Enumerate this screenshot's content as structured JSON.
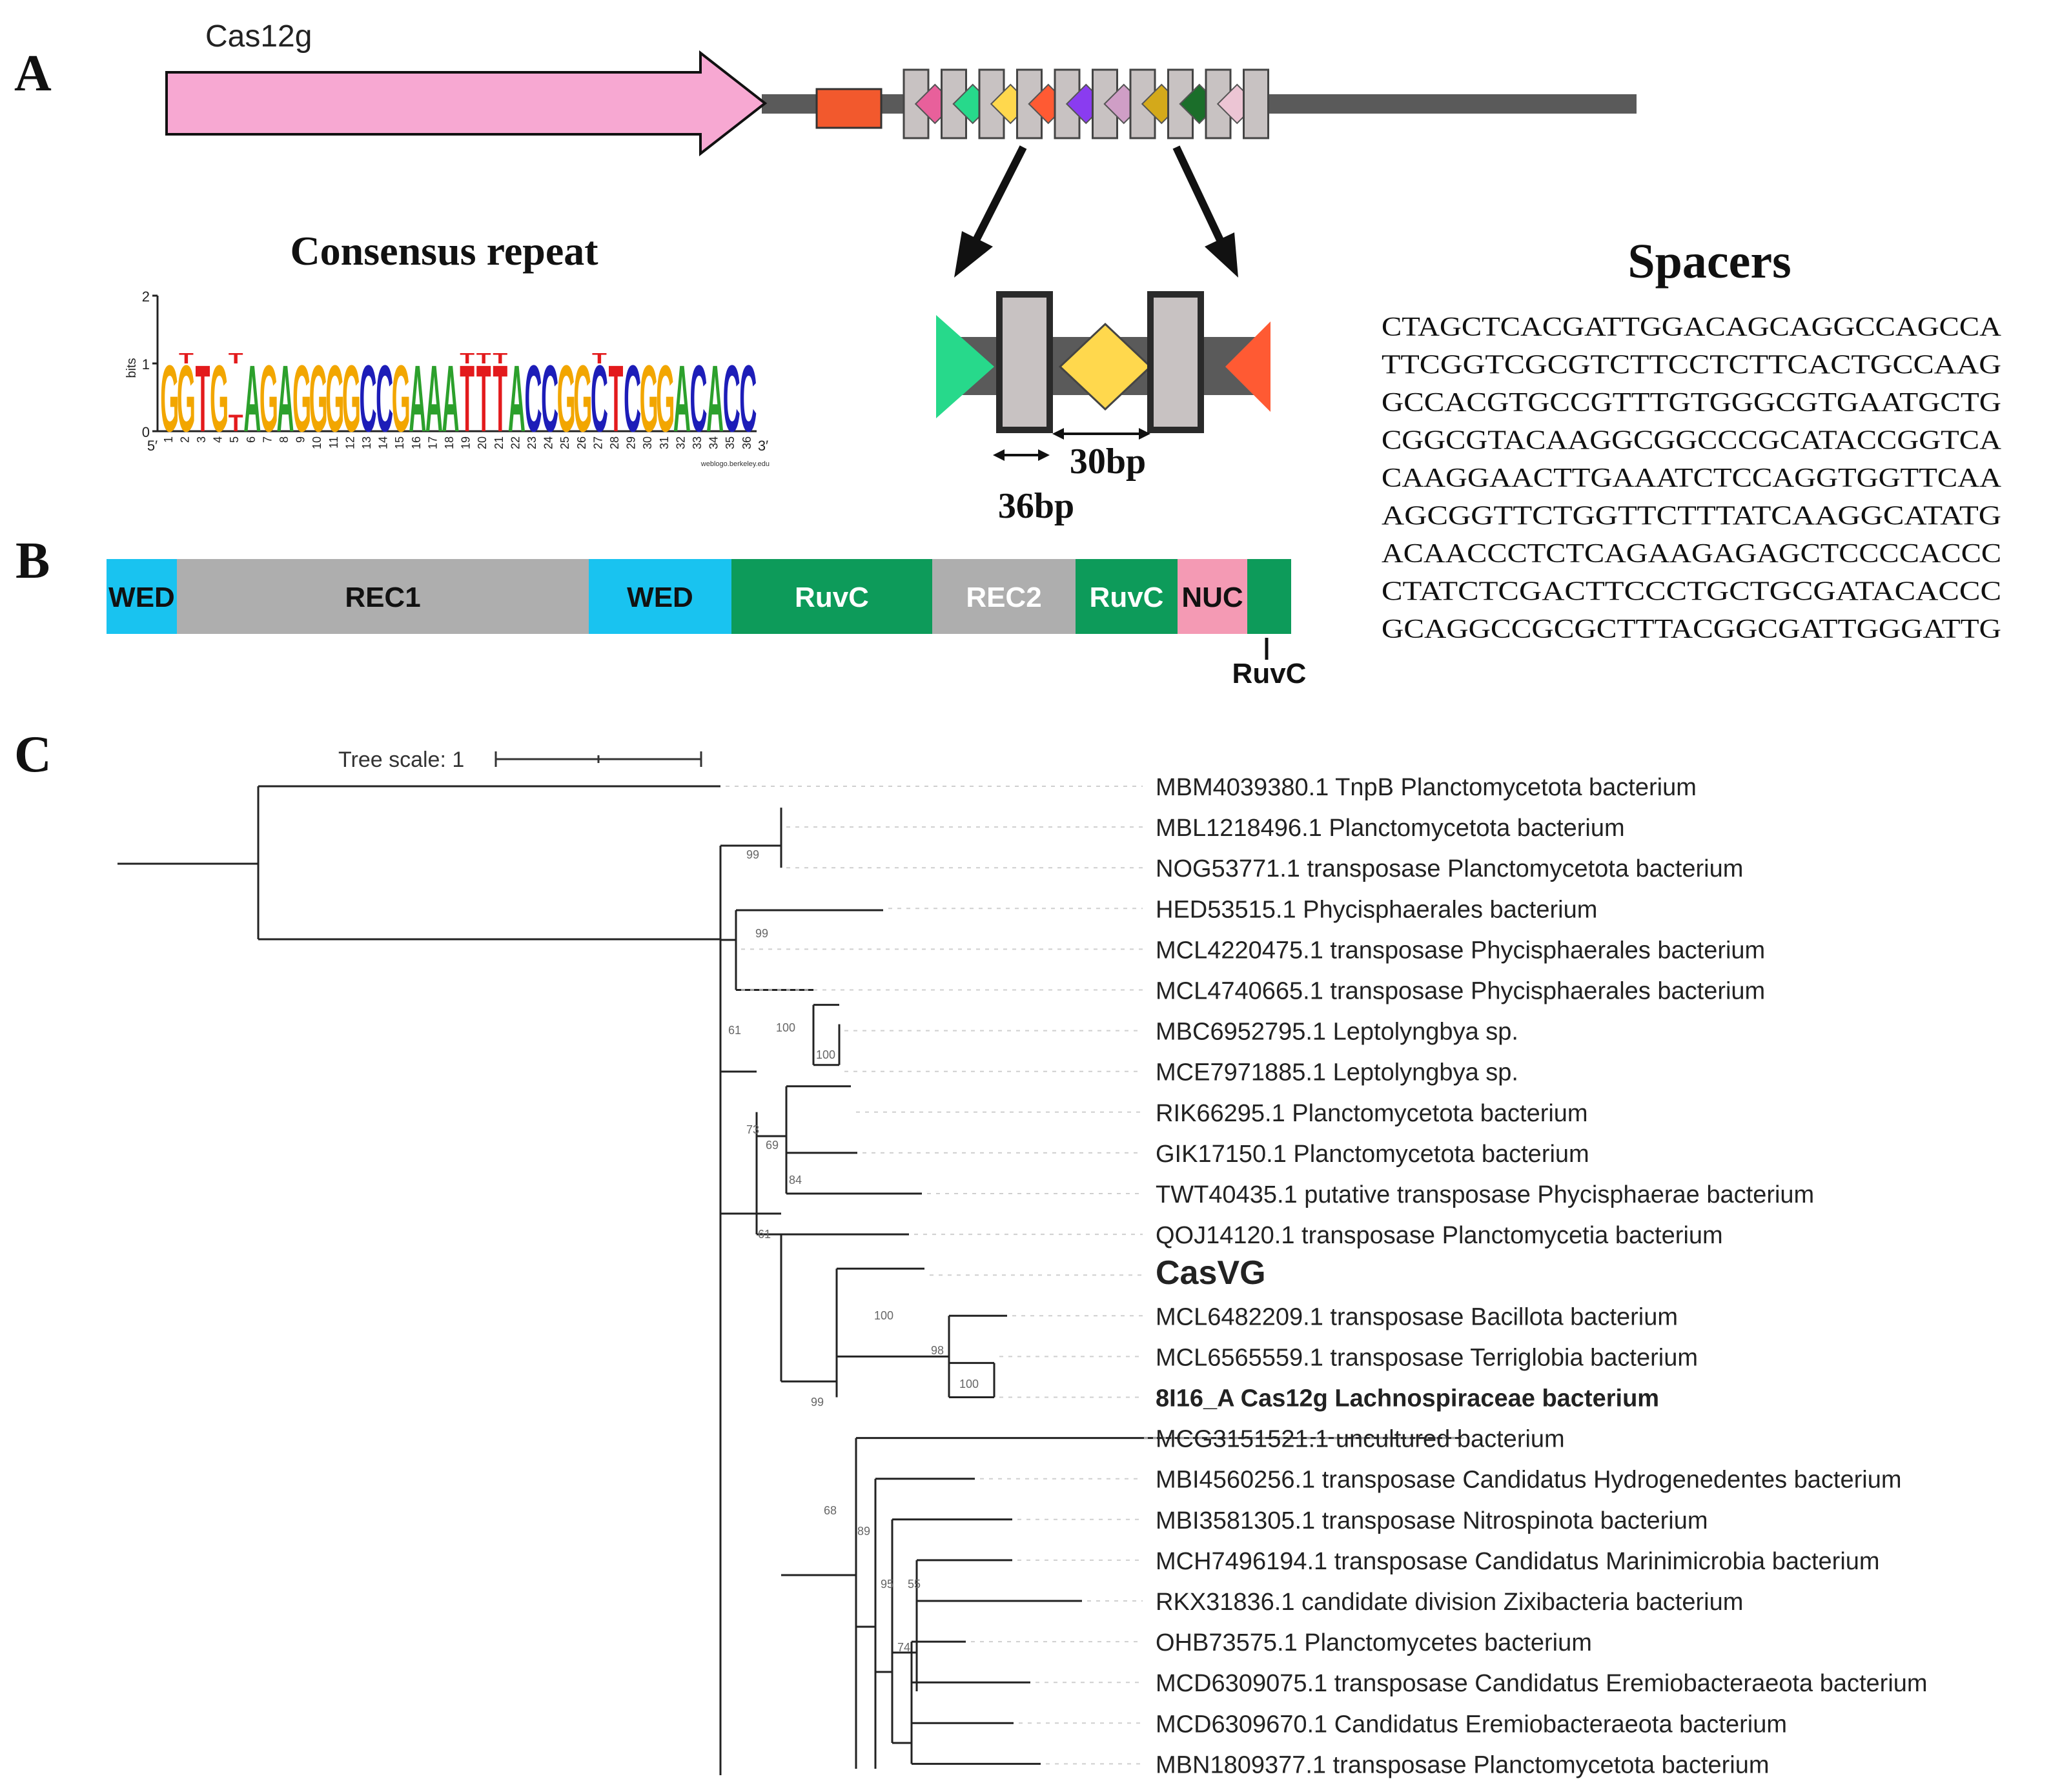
{
  "panels": {
    "a": "A",
    "b": "B",
    "c": "C"
  },
  "panel_a": {
    "gene_label": "Cas12g",
    "consensus_title": "Consensus repeat",
    "logo": {
      "sequence": "GGTGTAGAGGGGCCGAAATTTACCGGCTCGGACACC",
      "y_axis_label": "bits",
      "y_ticks": [
        "0",
        "1",
        "2"
      ],
      "positions": [
        "1",
        "2",
        "3",
        "4",
        "5",
        "6",
        "7",
        "8",
        "9",
        "10",
        "11",
        "12",
        "13",
        "14",
        "15",
        "16",
        "17",
        "18",
        "19",
        "20",
        "21",
        "22",
        "23",
        "24",
        "25",
        "26",
        "27",
        "28",
        "29",
        "30",
        "31",
        "32",
        "33",
        "34",
        "35",
        "36"
      ],
      "end5": "5′",
      "end3": "3′",
      "credit": "weblogo.berkeley.edu",
      "colors": {
        "A": "#2ca02c",
        "C": "#1d1db8",
        "G": "#f2a600",
        "T": "#e31a1c"
      }
    },
    "array_spacer_colors": [
      "#e8609b",
      "#27d98b",
      "#ffd84d",
      "#ff5a33",
      "#8a3cf0",
      "#cf9ec6",
      "#d4a91a",
      "#1b6e2a",
      "#ecc5d4"
    ],
    "zoom_left_color": "#27d98b",
    "zoom_mid_color": "#ffd84d",
    "zoom_right_color": "#ff5a33",
    "measure_repeat": "36bp",
    "measure_spacer": "30bp",
    "spacers_title": "Spacers",
    "spacers": [
      "CTAGCTCACGATTGGACAGCAGGCCAGCCA",
      "TTCGGTCGCGTCTTCCTCTTCACTGCCAAG",
      "GCCACGTGCCGTTTGTGGGCGTGAATGCTG",
      "CGGCGTACAAGGCGGCCCGCATACCGGTCA",
      "CAAGGAACTTGAAATCTCCAGGTGGTTCAA",
      "AGCGGTTCTGGTTCTTTATCAAGGCATATG",
      "ACAACCCTCTCAGAAGAGAGCTCCCCACCC",
      "CTATCTCGACTTCCCTGCTGCGATACACCC",
      "GCAGGCCGCGCTTTACGGCGATTGGGATTG"
    ]
  },
  "panel_b": {
    "domains": [
      {
        "label": "WED",
        "color": "#19c3f0",
        "text_color": "#111111"
      },
      {
        "label": "REC1",
        "color": "#aeaeae",
        "text_color": "#111111"
      },
      {
        "label": "WED",
        "color": "#19c3f0",
        "text_color": "#111111"
      },
      {
        "label": "RuvC",
        "color": "#0d9b5a",
        "text_color": "#ffffff"
      },
      {
        "label": "REC2",
        "color": "#aeaeae",
        "text_color": "#ffffff"
      },
      {
        "label": "RuvC",
        "color": "#0d9b5a",
        "text_color": "#ffffff"
      },
      {
        "label": "NUC",
        "color": "#f49ab4",
        "text_color": "#111111"
      },
      {
        "label": "",
        "color": "#0d9b5a",
        "text_color": "#ffffff"
      }
    ],
    "callout_label": "RuvC"
  },
  "panel_c": {
    "tree_scale_label": "Tree scale: 1",
    "leaves": [
      "MBM4039380.1 TnpB Planctomycetota bacterium",
      "MBL1218496.1 Planctomycetota bacterium",
      "NOG53771.1 transposase Planctomycetota bacterium",
      "HED53515.1 Phycisphaerales bacterium",
      "MCL4220475.1 transposase Phycisphaerales bacterium",
      "MCL4740665.1 transposase Phycisphaerales bacterium",
      "MBC6952795.1 Leptolyngbya sp.",
      "MCE7971885.1 Leptolyngbya sp.",
      "RIK66295.1 Planctomycetota bacterium",
      "GIK17150.1 Planctomycetota bacterium",
      "TWT40435.1 putative transposase Phycisphaerae bacterium",
      "QOJ14120.1 transposase Planctomycetia bacterium",
      "CasVG",
      "MCL6482209.1 transposase Bacillota bacterium",
      "MCL6565559.1 transposase Terriglobia bacterium",
      "8I16_A Cas12g Lachnospiraceae bacterium",
      "MCG3151521.1 uncultured bacterium",
      "MBI4560256.1 transposase Candidatus Hydrogenedentes bacterium",
      "MBI3581305.1 transposase Nitrospinota bacterium",
      "MCH7496194.1 transposase Candidatus Marinimicrobia bacterium",
      "RKX31836.1 candidate division Zixibacteria bacterium",
      "OHB73575.1 Planctomycetes bacterium",
      "MCD6309075.1 transposase Candidatus Eremiobacteraeota bacterium",
      "MCD6309670.1 Candidatus Eremiobacteraeota bacterium",
      "MBN1809377.1 transposase Planctomycetota bacterium"
    ],
    "bootstrap": [
      "99",
      "99",
      "61",
      "100",
      "100",
      "73",
      "69",
      "84",
      "61",
      "100",
      "98",
      "100",
      "99",
      "68",
      "89",
      "95",
      "55",
      "74"
    ]
  }
}
